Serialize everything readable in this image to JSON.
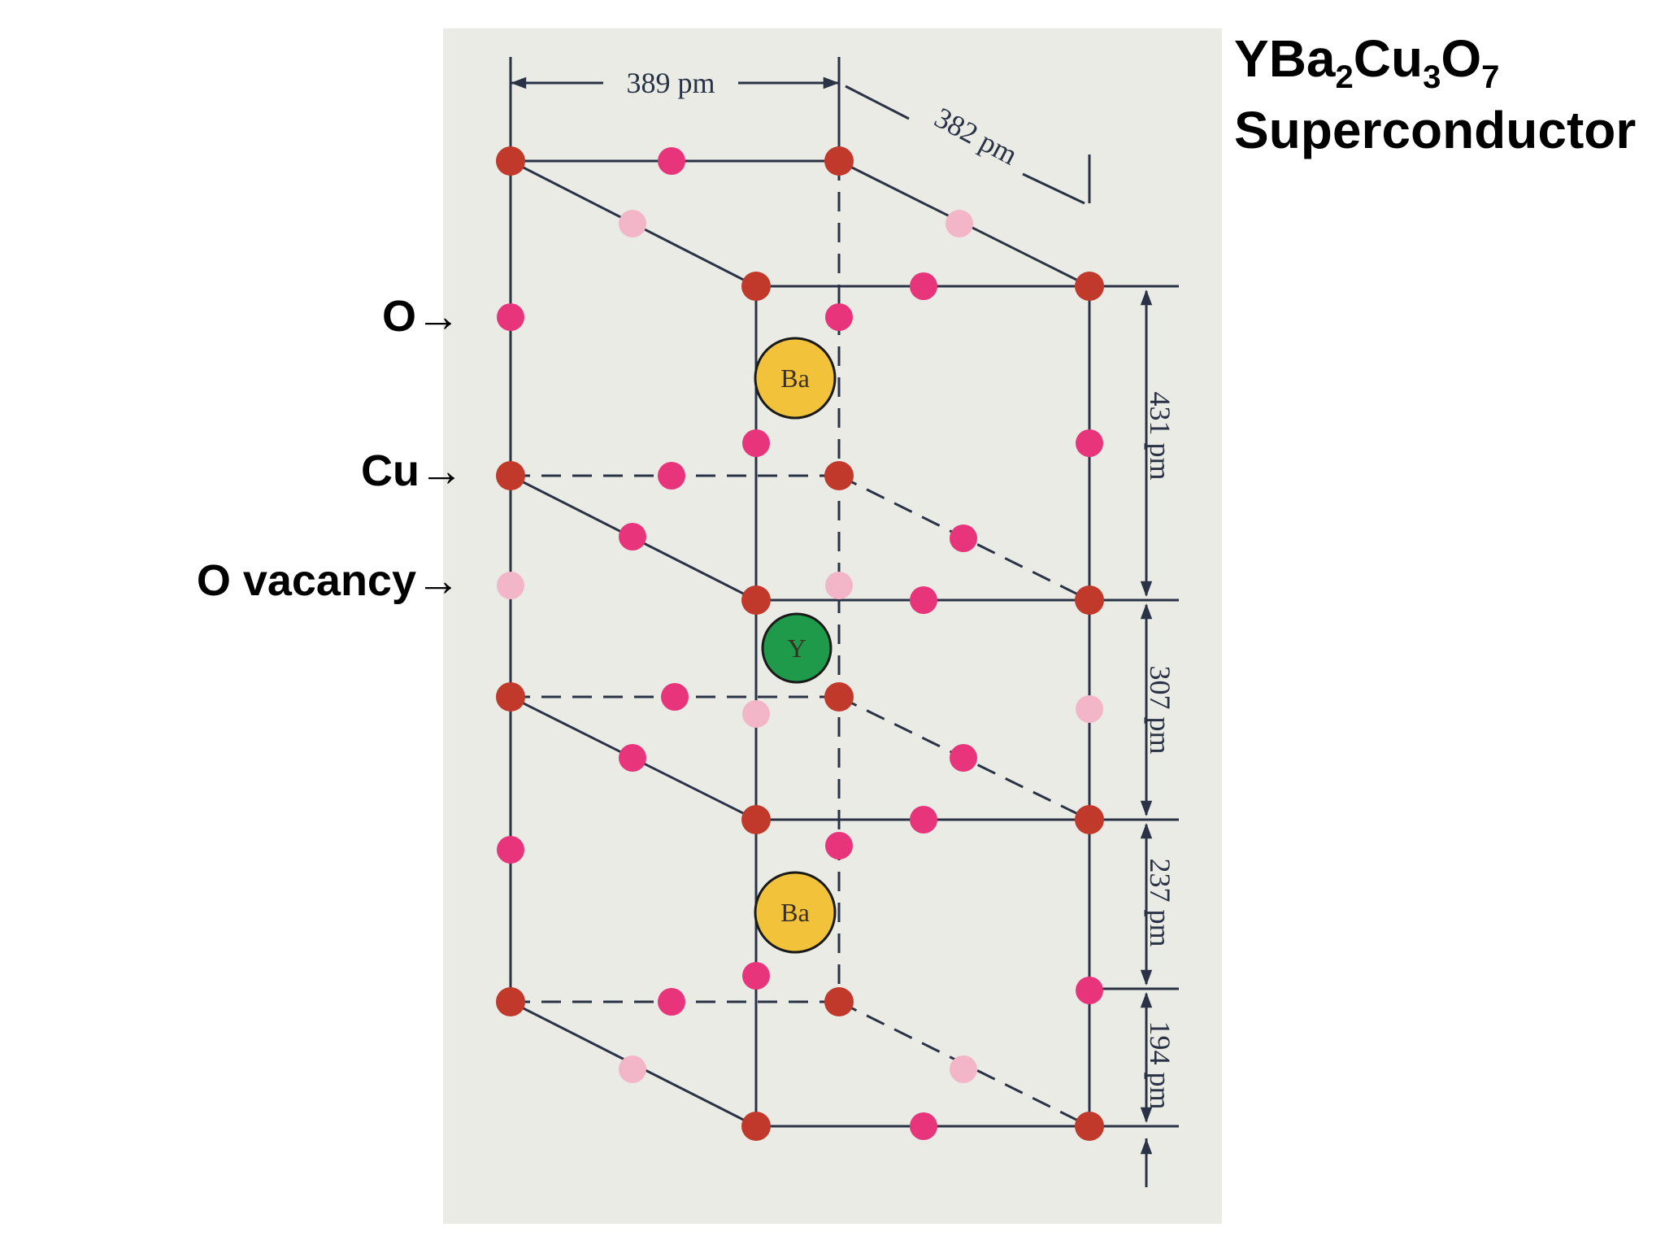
{
  "title": {
    "formula": {
      "parts": [
        {
          "text": "YBa",
          "sub": "2"
        },
        {
          "text": "Cu",
          "sub": "3"
        },
        {
          "text": "O",
          "sub": "7"
        }
      ]
    },
    "subtitle": "Superconductor"
  },
  "side_labels": {
    "oxygen": "O→",
    "copper": "Cu→",
    "vacancy": "O vacancy→"
  },
  "dimensions": {
    "a_axis": "389 pm",
    "b_axis": "382 pm",
    "c_segments": [
      "431 pm",
      "307 pm",
      "237 pm",
      "194 pm"
    ]
  },
  "atoms": {
    "barium": "Ba",
    "yttrium": "Y"
  },
  "colors": {
    "background_panel": "#e9ebe4",
    "copper": "#c0392b",
    "oxygen": "#e8347a",
    "oxygen_vacancy": "#f2b6c8",
    "barium": "#f2c23a",
    "yttrium": "#1f9a4a",
    "lines": "#2a3346"
  }
}
